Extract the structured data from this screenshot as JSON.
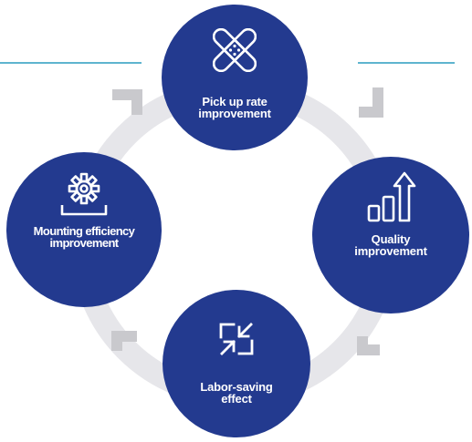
{
  "colors": {
    "node_fill": "#233a8f",
    "ring": "#e6e6ea",
    "arrow": "#c9c9cd",
    "accent_line": "#5eb4cf"
  },
  "nodes": {
    "top": {
      "icon": "bandage-icon",
      "line1": "Pick up rate",
      "line2": "improvement"
    },
    "right": {
      "icon": "growth-bar-chart-icon",
      "line1": "Quality",
      "line2": "improvement"
    },
    "bottom": {
      "icon": "compress-arrows-icon",
      "line1": "Labor-saving",
      "line2": "effect"
    },
    "left": {
      "icon": "gear-tray-icon",
      "line1": "Mounting efficiency",
      "line2": "improvement"
    }
  }
}
